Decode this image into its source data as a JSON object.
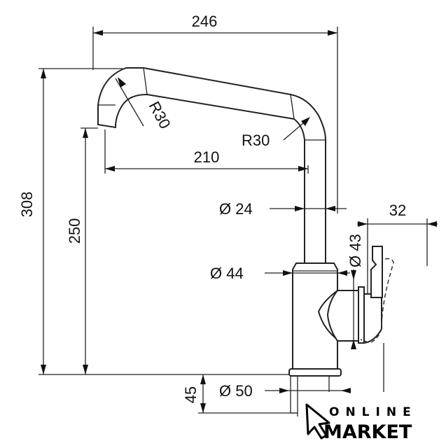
{
  "drawing": {
    "dimensions": {
      "overall_width": "246",
      "overall_height": "308",
      "spout_height": "250",
      "spout_reach": "210",
      "radius_spout": "R30",
      "radius_bend": "R30",
      "tube_diameter": "Ø 24",
      "lever_diameter": "Ø 43",
      "lever_travel": "32",
      "body_diameter": "Ø 44",
      "base_diameter": "Ø 50",
      "base_height": "45"
    }
  },
  "watermark": {
    "line1": "ONLINE",
    "line2": "MARKET"
  }
}
